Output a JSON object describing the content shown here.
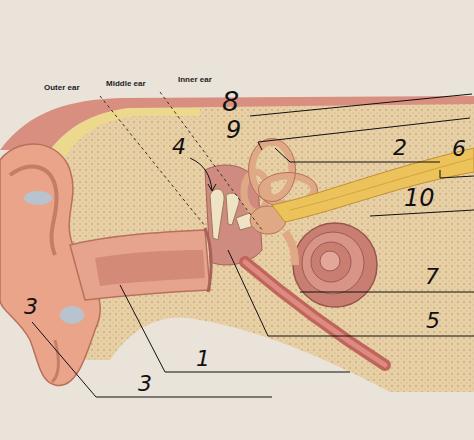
{
  "diagram": {
    "labels": [
      "Outer ear",
      "Middle ear",
      "Inner ear",
      "8",
      "4",
      "9",
      "2",
      "6",
      "10",
      "7",
      "5",
      "1",
      "3",
      "3"
    ]
  }
}
